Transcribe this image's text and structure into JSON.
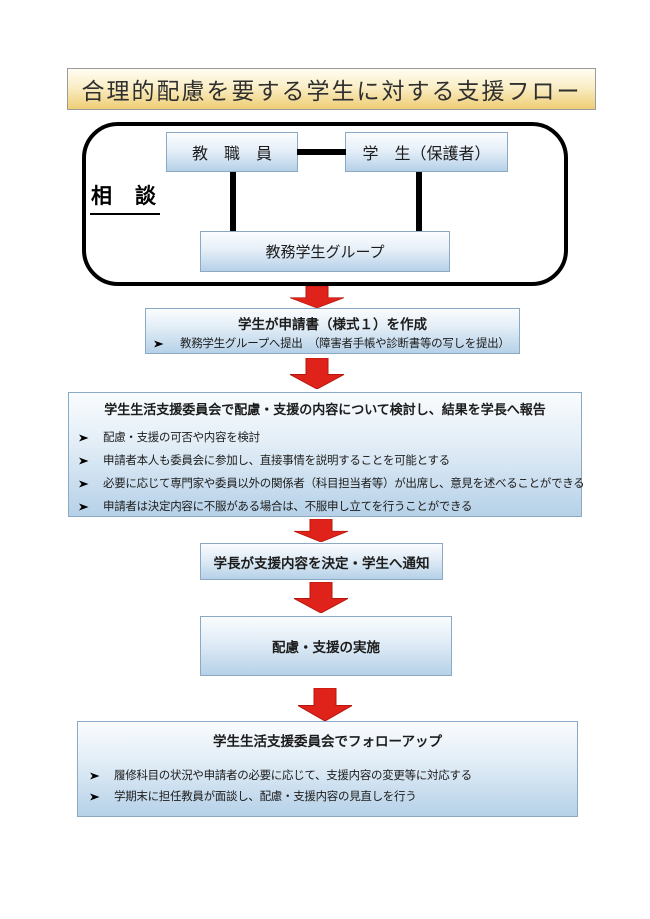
{
  "page": {
    "title": "合理的配慮を要する学生に対する支援フロー",
    "background_color": "#ffffff"
  },
  "consultation": {
    "label": "相　談",
    "nodes": {
      "staff": "教　職　員",
      "student": "学　生（保護者）",
      "office": "教務学生グループ"
    }
  },
  "steps": [
    {
      "title": "学生が申請書（様式１）を作成",
      "bullets": [
        "教務学生グループへ提出　（障害者手帳や診断書等の写しを提出）"
      ]
    },
    {
      "title": "学生生活支援委員会で配慮・支援の内容について検討し、結果を学長へ報告",
      "bullets": [
        "配慮・支援の可否や内容を検討",
        "申請者本人も委員会に参加し、直接事情を説明することを可能とする",
        "必要に応じて専門家や委員以外の関係者（科目担当者等）が出席し、意見を述べることができる",
        "申請者は決定内容に不服がある場合は、不服申し立てを行うことができる"
      ]
    },
    {
      "title": "学長が支援内容を決定・学生へ通知",
      "bullets": []
    },
    {
      "title": "配慮・支援の実施",
      "bullets": []
    },
    {
      "title": "学生生活支援委員会でフォローアップ",
      "bullets": [
        "履修科目の状況や申請者の必要に応じて、支援内容の変更等に対応する",
        "学期末に担任教員が面談し、配慮・支援内容の見直しを行う"
      ]
    }
  ],
  "icons": {
    "bullet_marker": "➢",
    "flow_arrow": "⬇"
  },
  "colors": {
    "banner_gradient_top": "#fffdf3",
    "banner_gradient_bottom": "#eecd74",
    "banner_border": "#9b9b9b",
    "box_gradient_top": "#fafcfe",
    "box_gradient_bottom": "#b6d1e8",
    "box_border": "#8ca9c4",
    "arrow_red": "#e0231a",
    "connector_black": "#000000"
  }
}
